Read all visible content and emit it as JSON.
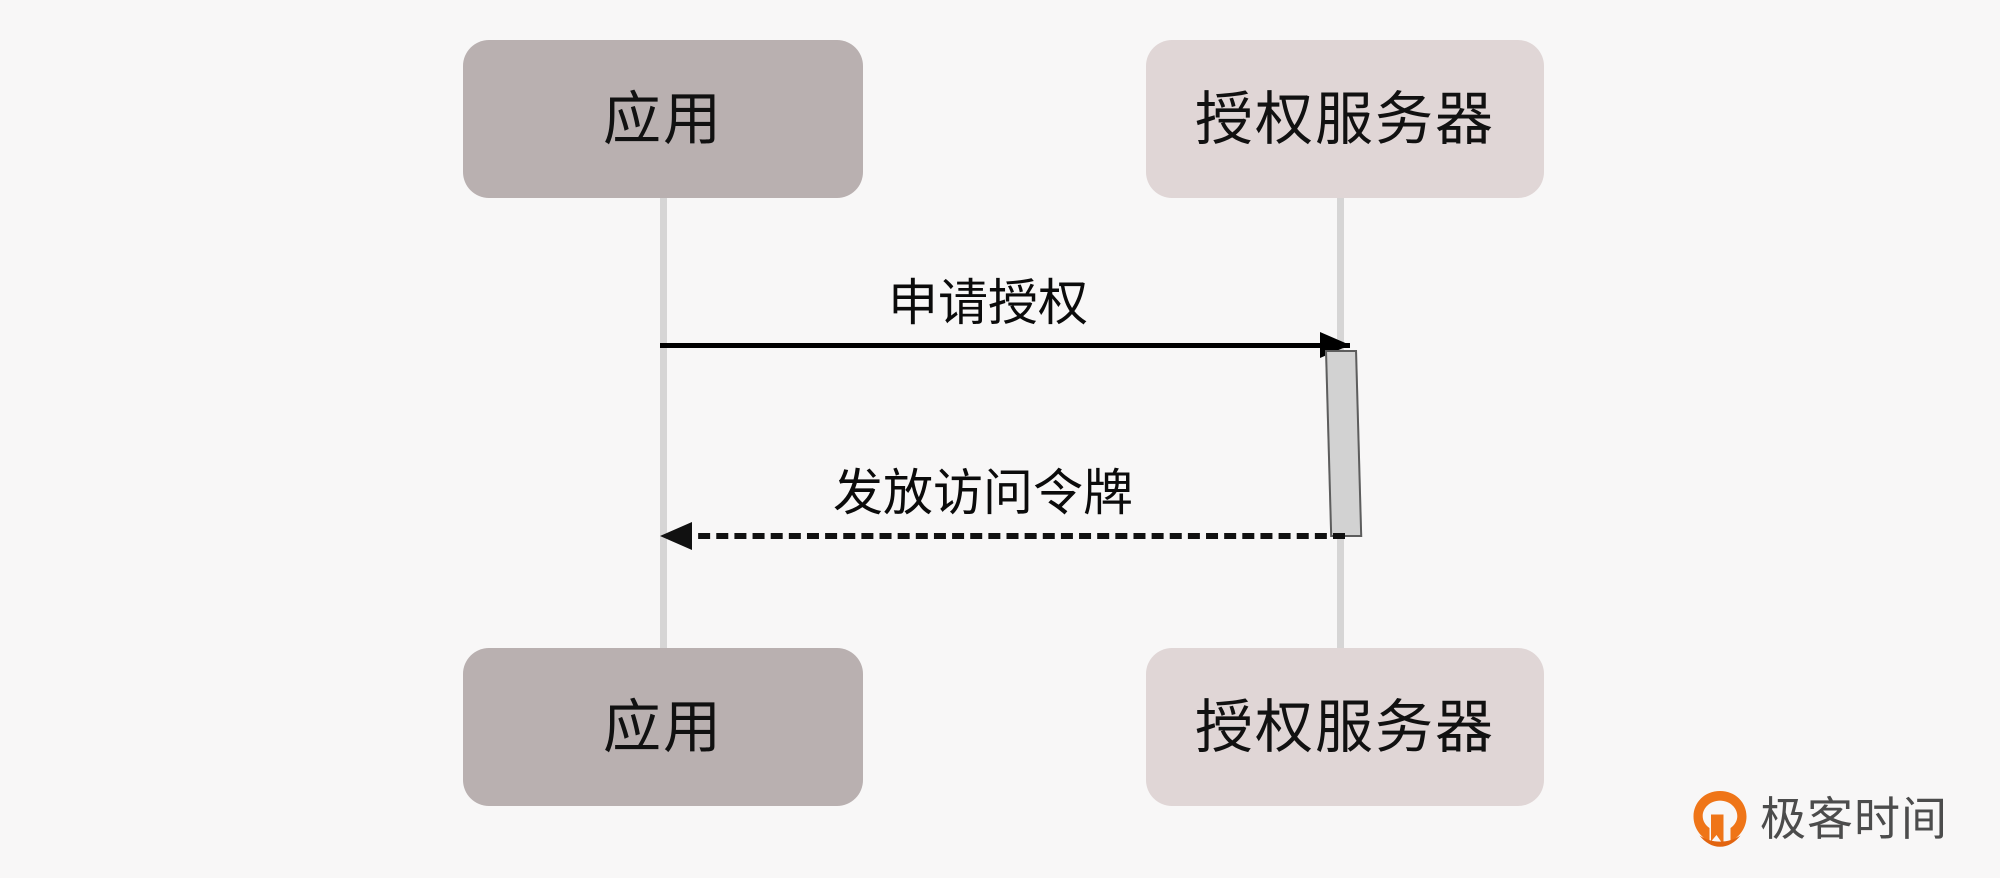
{
  "diagram": {
    "type": "uml-sequence-diagram",
    "background_color": "#f8f7f7",
    "participants": [
      {
        "id": "app",
        "label": "应用",
        "box_color": "#b9b0b0",
        "lifeline_color": "#d6d5d5"
      },
      {
        "id": "auth-server",
        "label": "授权服务器",
        "box_color": "#e0d6d6",
        "lifeline_color": "#d6d5d5"
      }
    ],
    "messages": [
      {
        "id": "request-authorization",
        "label": "申请授权",
        "from": "app",
        "to": "auth-server",
        "style": "solid",
        "direction": "right",
        "arrow_color": "#000000"
      },
      {
        "id": "issue-access-token",
        "label": "发放访问令牌",
        "from": "auth-server",
        "to": "app",
        "style": "dashed",
        "direction": "left",
        "arrow_color": "#111111"
      }
    ],
    "activations": [
      {
        "id": "auth-server-activation",
        "on": "auth-server",
        "fill_color": "#d2d2d2",
        "border_color": "#5d5d5d"
      }
    ]
  },
  "watermark": {
    "brand_name": "极客时间",
    "mark_color": "#ef7518",
    "mark_color_dark": "#e2640f",
    "text_color": "#4c4c4c",
    "icon": "geektime-pin-logo"
  }
}
